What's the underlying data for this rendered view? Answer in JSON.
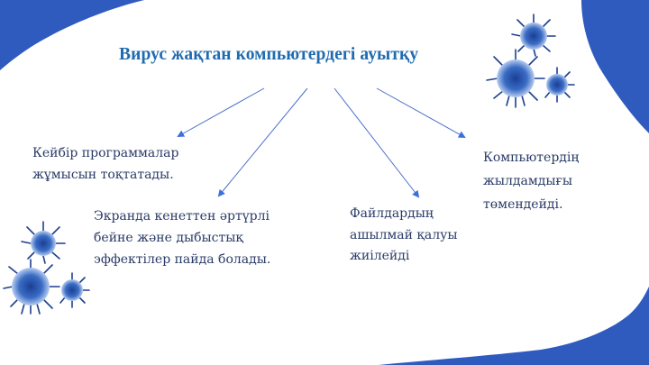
{
  "slide": {
    "title": "Вирус жақтан компьютердегі ауытқу",
    "colors": {
      "accent_blue": "#2f5bbf",
      "title_blue": "#1f6bb0",
      "text_navy": "#2a3b67",
      "arrow_blue": "#4a78d8",
      "virus_blue": "#2353a8"
    },
    "effects": [
      {
        "lines": [
          "Кейбір программалар",
          "жұмысын тоқтатады."
        ]
      },
      {
        "lines": [
          "Экранда кенеттен әртүрлі",
          "бейне және дыбыстық",
          "эффектілер пайда болады."
        ]
      },
      {
        "lines": [
          "Файлдардың",
          "ашылмай қалуы",
          "жиілейді"
        ]
      },
      {
        "lines": [
          "Компьютердің",
          "жылдамдығы",
          "төмендейді."
        ]
      }
    ],
    "icons": {
      "top_right_cluster": "virus-cluster-icon",
      "bottom_left_cluster": "virus-cluster-icon"
    }
  }
}
